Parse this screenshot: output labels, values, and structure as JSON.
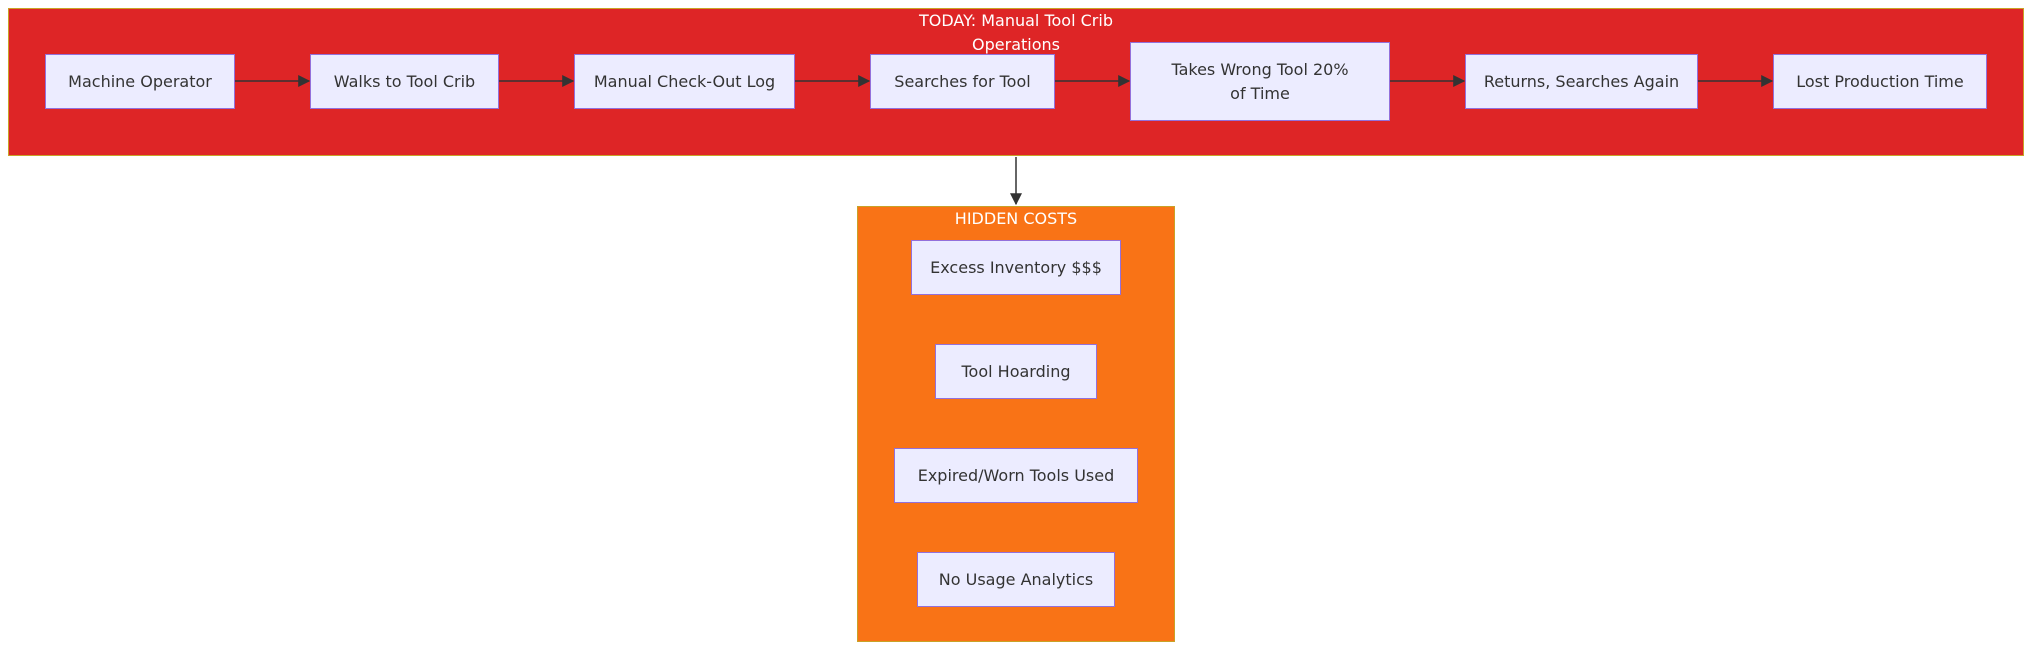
{
  "colors": {
    "today_fill": "#DE2526",
    "costs_fill": "#F97316",
    "node_fill": "#ECECFF",
    "node_border": "#9370DB",
    "edge": "#333333"
  },
  "today": {
    "title_line1": "TODAY: Manual Tool Crib",
    "title_line2": "Operations",
    "steps": [
      "Machine Operator",
      "Walks to Tool Crib",
      "Manual Check-Out Log",
      "Searches for Tool",
      "Takes Wrong Tool 20% of Time",
      "Returns, Searches Again",
      "Lost Production Time"
    ]
  },
  "hidden_costs": {
    "title": "HIDDEN COSTS",
    "items": [
      "Excess Inventory $$$",
      "Tool Hoarding",
      "Expired/Worn Tools Used",
      "No Usage Analytics"
    ]
  }
}
